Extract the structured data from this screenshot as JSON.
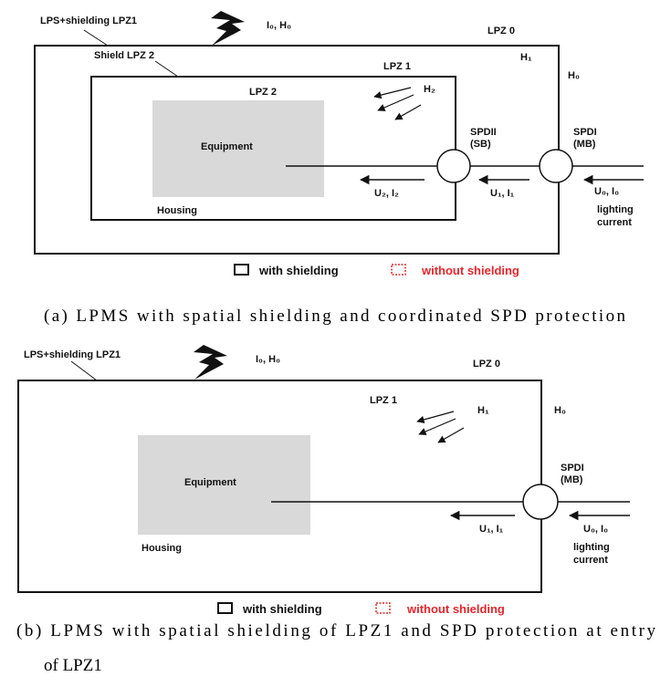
{
  "diagram_a": {
    "label_lps": "LPS+shielding LPZ1",
    "label_io_ho": "I₀, H₀",
    "label_lpz0": "LPZ 0",
    "label_h1": "H₁",
    "label_h0": "H₀",
    "label_shield_lpz2": "Shield LPZ 2",
    "label_lpz1": "LPZ 1",
    "label_lpz2": "LPZ 2",
    "label_h2": "H₂",
    "label_equipment": "Equipment",
    "label_housing": "Housing",
    "label_spd2": "SPDII",
    "label_spd2_sub": "(SB)",
    "label_spd1": "SPDI",
    "label_spd1_sub": "(MB)",
    "label_u2": "U₂, I₂",
    "label_u1": "U₁, I₁",
    "label_u0": "U₀, I₀",
    "label_lighting": "lighting",
    "label_current": "current",
    "legend_with": "with shielding",
    "legend_without": "without shielding",
    "caption": "(a) LPMS with spatial shielding and coordinated SPD protection"
  },
  "diagram_b": {
    "label_lps": "LPS+shielding LPZ1",
    "label_io_ho": "I₀, H₀",
    "label_lpz0": "LPZ 0",
    "label_lpz1": "LPZ 1",
    "label_h1": "H₁",
    "label_h0": "H₀",
    "label_equipment": "Equipment",
    "label_housing": "Housing",
    "label_spd1": "SPDI",
    "label_spd1_sub": "(MB)",
    "label_u1": "U₁, I₁",
    "label_u0": "U₀, I₀",
    "label_lighting": "lighting",
    "label_current": "current",
    "legend_with": "with shielding",
    "legend_without": "without shielding",
    "caption_line1": "(b) LPMS with spatial shielding of LPZ1 and SPD protection at entry",
    "caption_line2": "of LPZ1"
  },
  "colors": {
    "line": "#111111",
    "equipment_fill": "#d9d9d9",
    "without_shielding": "#e3262b"
  },
  "icons": {
    "lightning": "lightning-bolt-icon",
    "arrow": "arrow-left-icon"
  }
}
